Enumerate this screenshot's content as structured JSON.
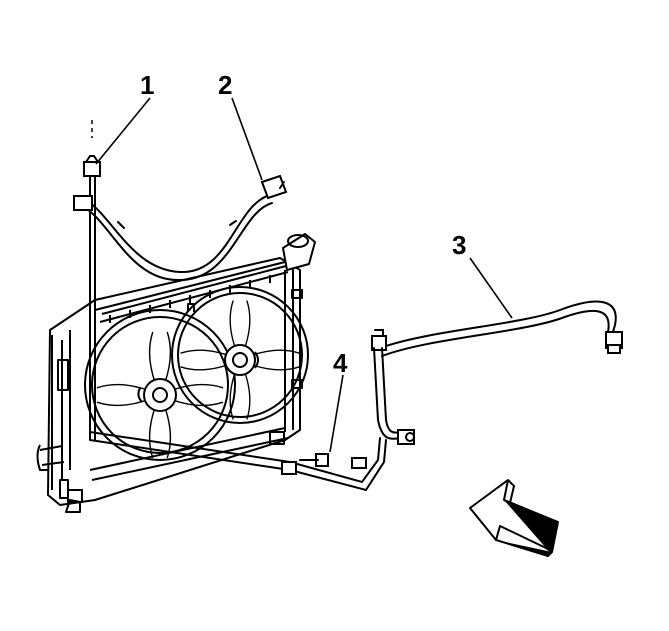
{
  "callouts": [
    {
      "id": "1",
      "text": "1"
    },
    {
      "id": "2",
      "text": "2"
    },
    {
      "id": "3",
      "text": "3"
    },
    {
      "id": "4",
      "text": "4"
    }
  ],
  "icons": {
    "view_arrow": "view-direction-arrow-icon"
  },
  "colors": {
    "line": "#000000",
    "background": "#ffffff"
  }
}
